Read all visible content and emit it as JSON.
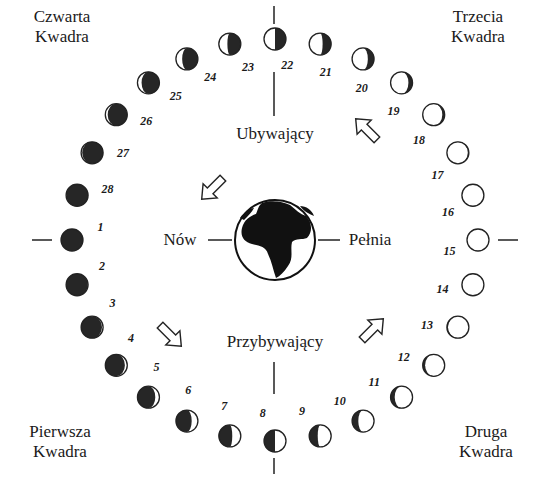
{
  "diagram": {
    "labels": [
      "Czwarta Kwadra",
      "Trzecia Kwadra",
      "Ubywający",
      "Nów",
      "Pełnia",
      "Przybywający",
      "Pierwsza Kwadra",
      "Druga Kwadra",
      "1",
      "2",
      "3",
      "4",
      "5",
      "6",
      "7",
      "8",
      "9",
      "10",
      "11",
      "12",
      "13",
      "14",
      "15",
      "16",
      "17",
      "18",
      "19",
      "20",
      "21",
      "22",
      "23",
      "24",
      "25",
      "26",
      "27",
      "28"
    ]
  }
}
